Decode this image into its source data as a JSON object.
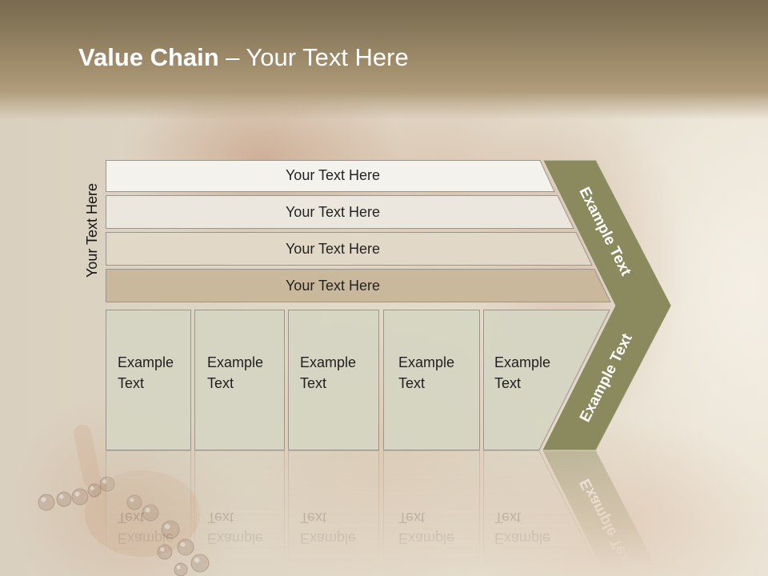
{
  "slide": {
    "title": {
      "bold": "Value Chain",
      "rest": "– Your Text Here"
    },
    "side_label": "Your Text Here"
  },
  "rows": [
    {
      "label": "Your Text Here"
    },
    {
      "label": "Your Text Here"
    },
    {
      "label": "Your Text Here"
    },
    {
      "label": "Your Text Here"
    }
  ],
  "columns": [
    {
      "label": "Example Text"
    },
    {
      "label": "Example Text"
    },
    {
      "label": "Example Text"
    },
    {
      "label": "Example Text"
    },
    {
      "label": "Example Text"
    }
  ],
  "chevron": {
    "upper_label": "Example Text",
    "lower_label": "Example Text"
  },
  "colors": {
    "title_text": "#ffffff",
    "row_fills": [
      "#f4f2ed",
      "#ece7de",
      "#e2d8c7",
      "#c9b89b"
    ],
    "column_fill": "#d5d5c3",
    "chevron_fill": "#8a8a5e",
    "chevron_text": "#ffffff",
    "outline": "#9a968e"
  }
}
